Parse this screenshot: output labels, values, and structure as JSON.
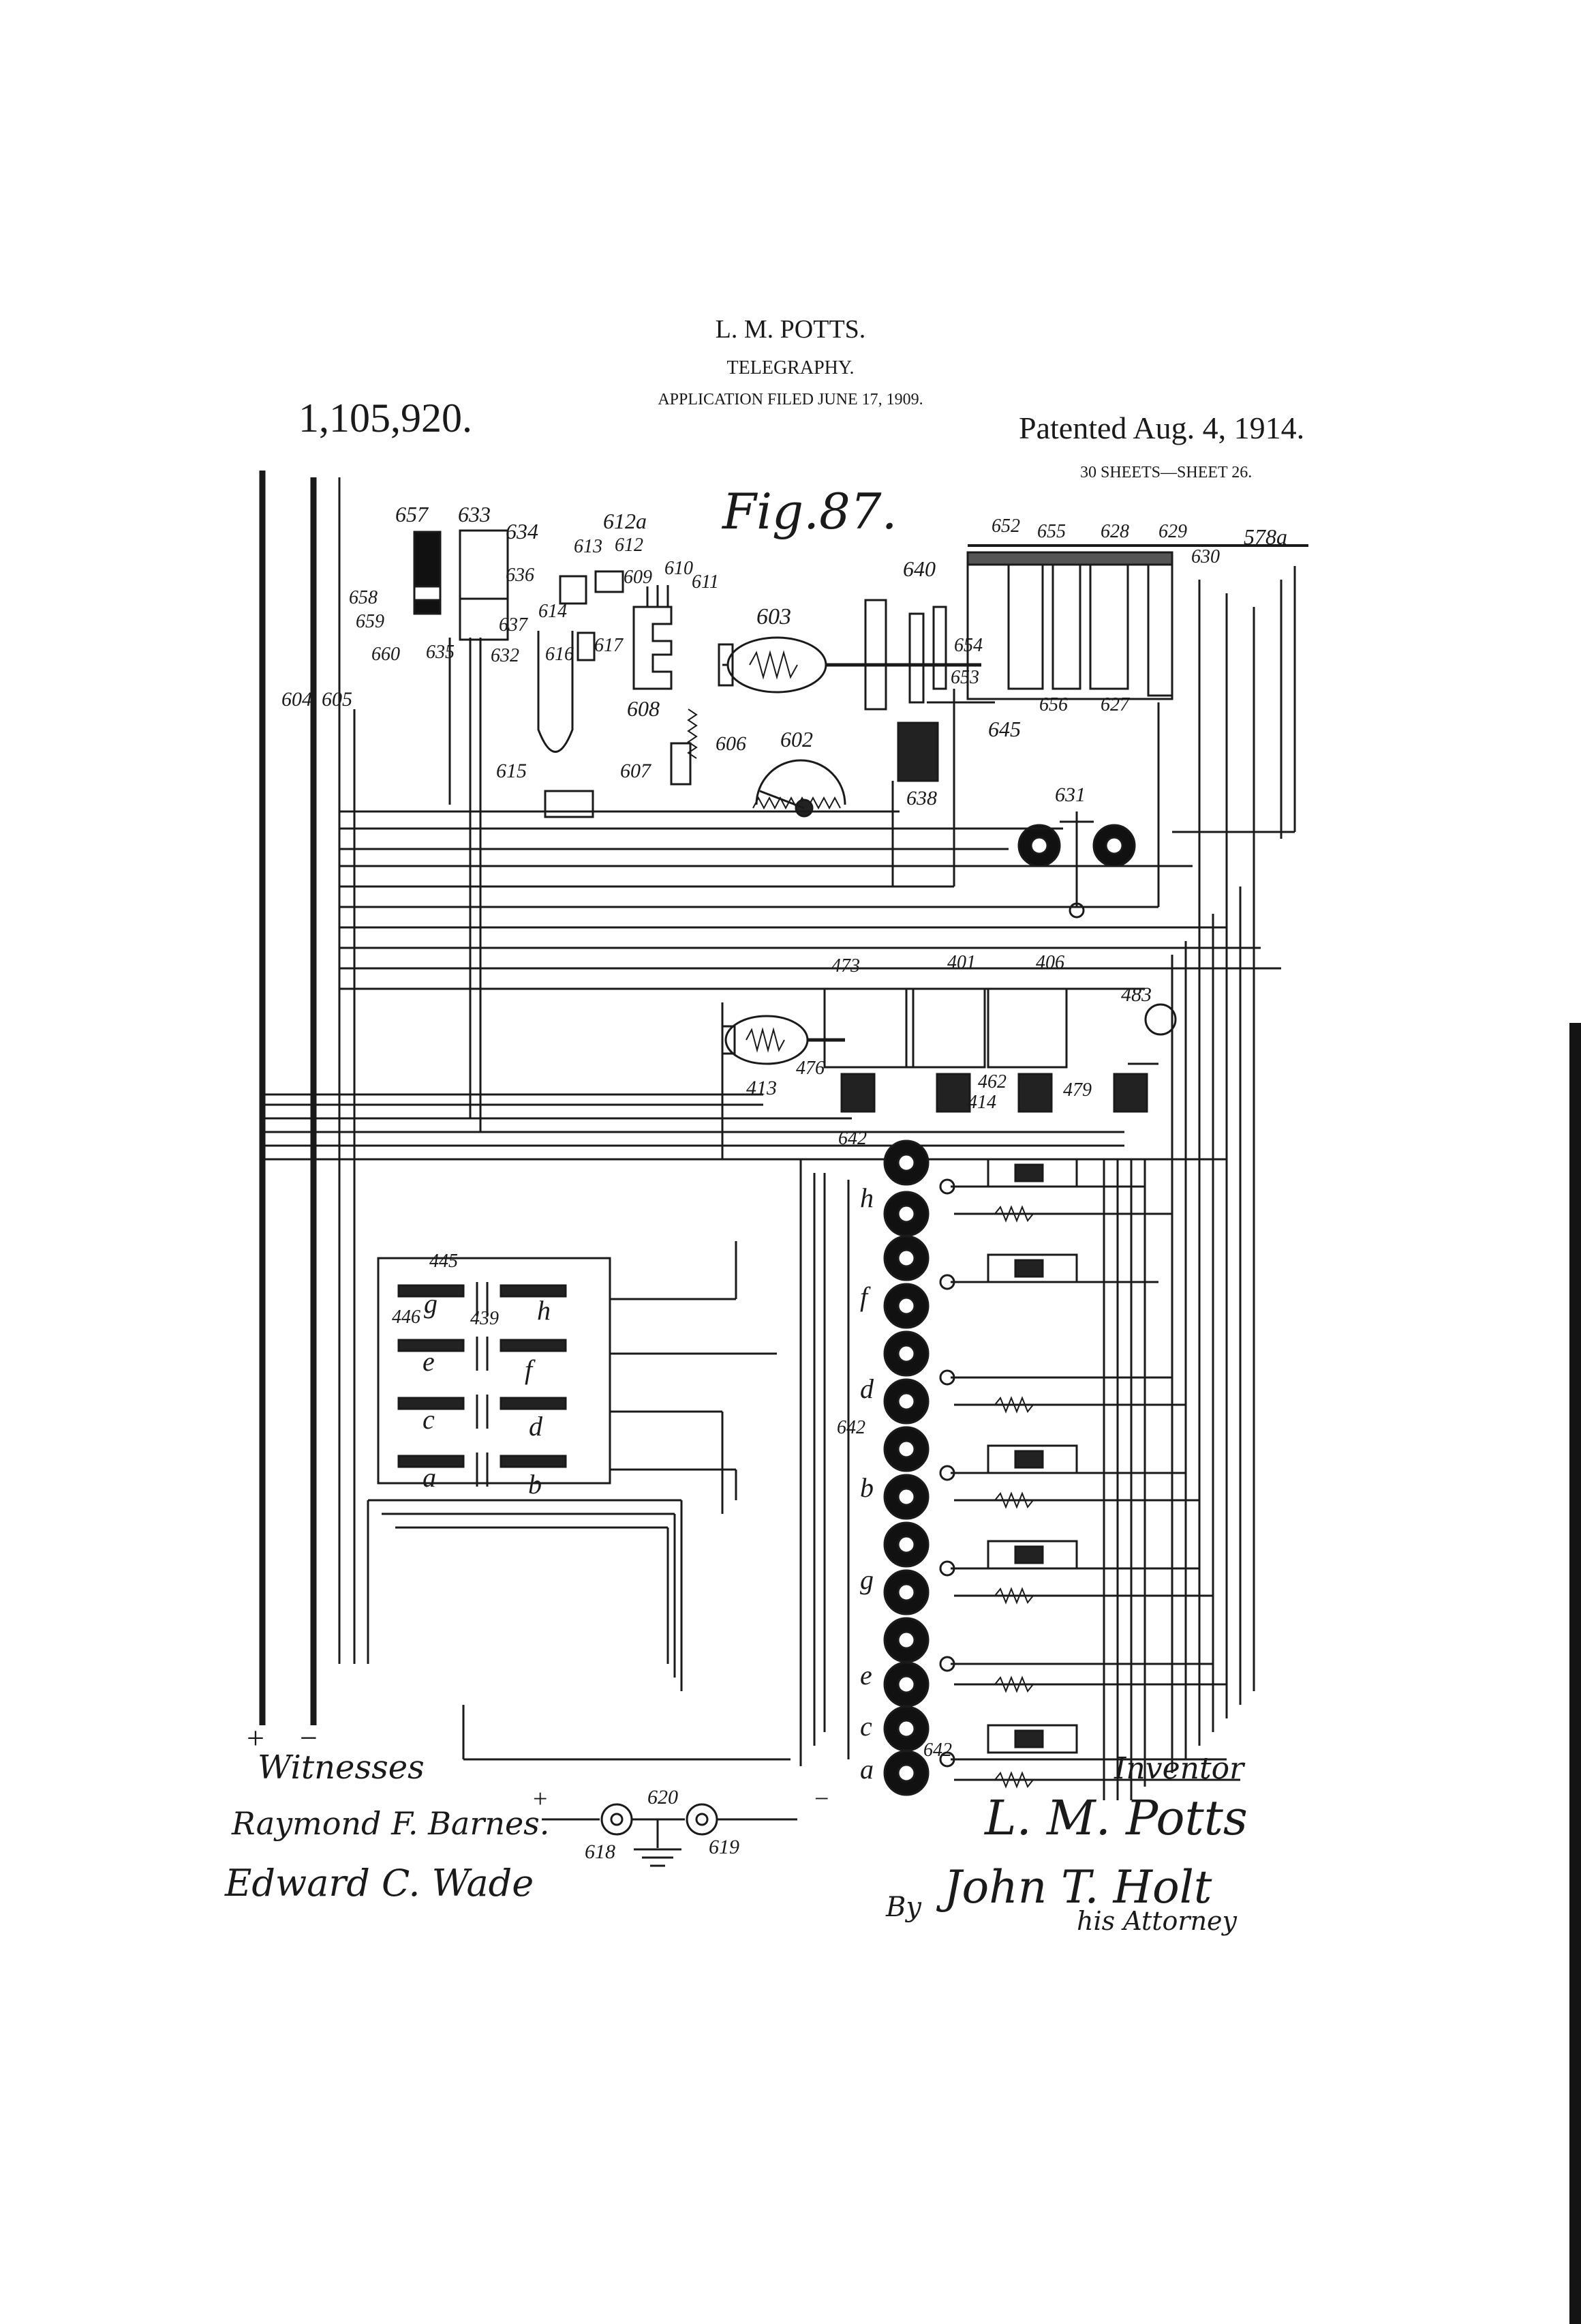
{
  "header": {
    "inventor_name": "L. M. POTTS.",
    "subject": "TELEGRAPHY.",
    "application_filed": "APPLICATION FILED JUNE 17, 1909.",
    "patent_number": "1,105,920.",
    "patented_date": "Patented Aug. 4, 1914.",
    "sheet_info": "30 SHEETS—SHEET 26."
  },
  "figure": {
    "title": "Fig.87.",
    "polarity_plus": "+",
    "polarity_minus": "−",
    "battery_plus": "+",
    "battery_minus": "−"
  },
  "reference_numerals": {
    "r657": "657",
    "r633": "633",
    "r634": "634",
    "r612a": "612a",
    "r613": "613",
    "r612": "612",
    "r609": "609",
    "r610": "610",
    "r611": "611",
    "r603": "603",
    "r640": "640",
    "r652": "652",
    "r655": "655",
    "r628": "628",
    "r629": "629",
    "r630": "630",
    "r578a": "578a",
    "r658": "658",
    "r659": "659",
    "r660": "660",
    "r635": "635",
    "r636": "636",
    "r637": "637",
    "r632": "632",
    "r614": "614",
    "r617": "617",
    "r616": "616",
    "r608": "608",
    "r654": "654",
    "r653": "653",
    "r656": "656",
    "r627": "627",
    "r645": "645",
    "r604": "604",
    "r605": "605",
    "r606": "606",
    "r607": "607",
    "r602": "602",
    "r615": "615",
    "r638": "638",
    "r631": "631",
    "r473": "473",
    "r401": "401",
    "r406": "406",
    "r483": "483",
    "r413": "413",
    "r476": "476",
    "r462": "462",
    "r414": "414",
    "r479": "479",
    "r642a": "642",
    "r642b": "642",
    "r642c": "642",
    "r445": "445",
    "r446": "446",
    "r439": "439",
    "r618": "618",
    "r619": "619",
    "r620": "620"
  },
  "relay_letters": {
    "g": "g",
    "h": "h",
    "e": "e",
    "f": "f",
    "c": "c",
    "d": "d",
    "a": "a",
    "b": "b",
    "col_h": "h",
    "col_f": "f",
    "col_d": "d",
    "col_b": "b",
    "col_g": "g",
    "col_e": "e",
    "col_c": "c",
    "col_a": "a"
  },
  "footer": {
    "witnesses_label": "Witnesses",
    "inventor_label": "Inventor",
    "witness_signature_1": "Raymond F. Barnes.",
    "witness_signature_2": "Edward C. Wade",
    "inventor_signature": "L. M. Potts",
    "by_label": "By",
    "attorney_signature": "John T. Holt",
    "attorney_suffix": "his Attorney"
  }
}
